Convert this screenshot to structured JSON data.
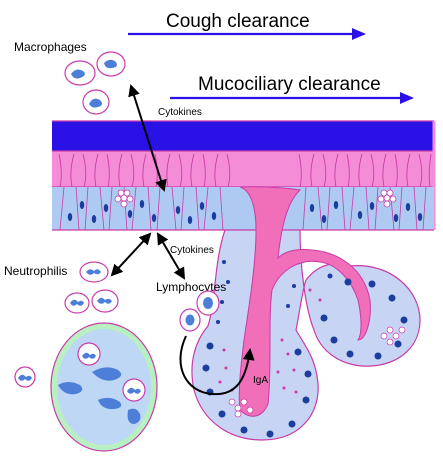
{
  "labels": {
    "cough": "Cough clearance",
    "mucociliary": "Mucociliary clearance",
    "macrophages": "Macrophages",
    "cytokines_top": "Cytokines",
    "cytokines_bottom": "Cytokines",
    "neutrophils": "Neutrophilis",
    "lymphocytes": "Lymphocytes",
    "iga": "IgA"
  },
  "colors": {
    "mucus_layer": "#2a12e6",
    "periciliary_layer": "#f48cd8",
    "epithelium": "#aecaf2",
    "duct": "#f06fb8",
    "gland_tissue": "#c8d4f4",
    "nucleus": "#1a3d9e",
    "arrow_blue": "#2a12e6",
    "cell_outline": "#c83ca8",
    "cell_nucleus": "#4d7fd8",
    "large_cell_fill": "#bdd7f4",
    "large_cell_rim": "#b8f0c2"
  }
}
